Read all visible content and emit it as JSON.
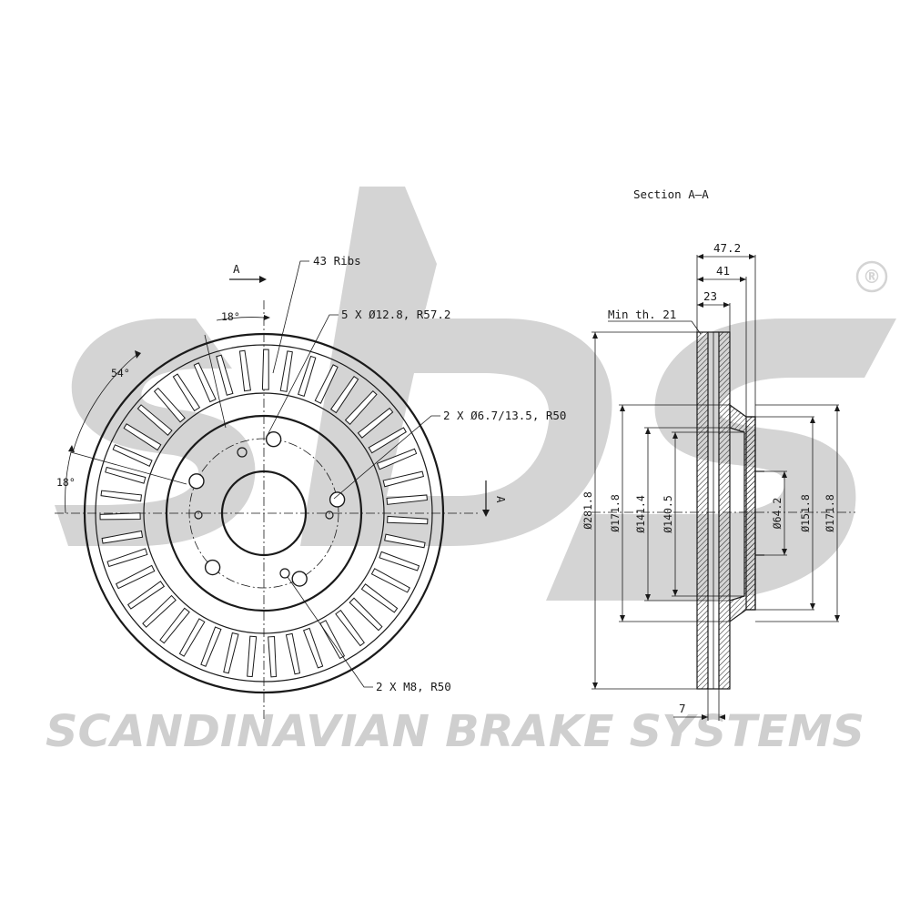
{
  "watermark": {
    "logo_text": "sbs",
    "registered_mark": "®",
    "company_name": "SCANDINAVIAN BRAKE SYSTEMS",
    "color": "#d4d4d4"
  },
  "front_view": {
    "section_marker_left": "A",
    "section_marker_right": "A",
    "callouts": {
      "ribs": "43 Ribs",
      "bolt_holes": "5 X Ø12.8, R57.2",
      "locating_holes": "2 X Ø6.7/13.5, R50",
      "threaded_holes": "2 X M8, R50"
    },
    "angles": {
      "angle_top": "18°",
      "angle_left_outer": "54°",
      "angle_left_inner": "18°"
    }
  },
  "section_view": {
    "title": "Section A–A",
    "min_thickness": "Min th. 21",
    "dims_top": [
      "47.2",
      "41",
      "23"
    ],
    "dim_bottom": "7",
    "diameters_left": [
      "Ø281.8",
      "Ø171.8",
      "Ø141.4",
      "Ø140.5"
    ],
    "diameters_right": [
      "Ø64.2",
      "Ø151.8",
      "Ø171.8"
    ]
  },
  "line_color": "#1a1a1a"
}
